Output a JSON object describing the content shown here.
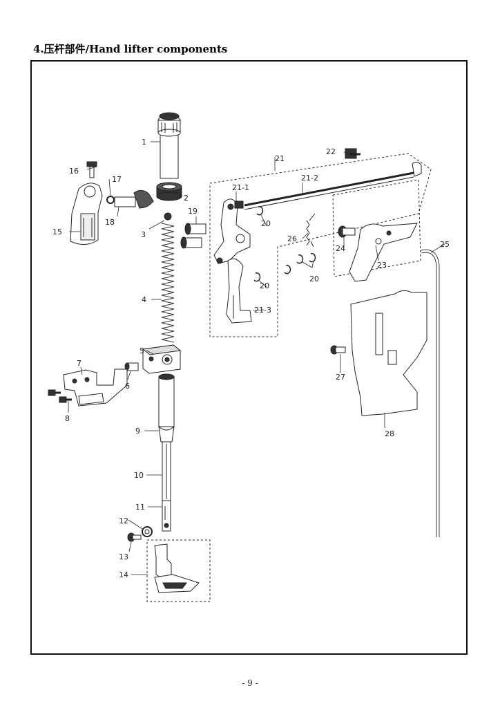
{
  "page": {
    "title": "4.压杆部件/Hand lifter components",
    "page_number": "- 9 -"
  },
  "callouts": [
    "1",
    "2",
    "3",
    "4",
    "5",
    "6",
    "7",
    "8",
    "9",
    "10",
    "11",
    "12",
    "13",
    "14",
    "15",
    "16",
    "17",
    "18",
    "19",
    "20",
    "20",
    "20",
    "21",
    "21-1",
    "21-2",
    "21-3",
    "22",
    "23",
    "24",
    "25",
    "26",
    "27",
    "28"
  ]
}
